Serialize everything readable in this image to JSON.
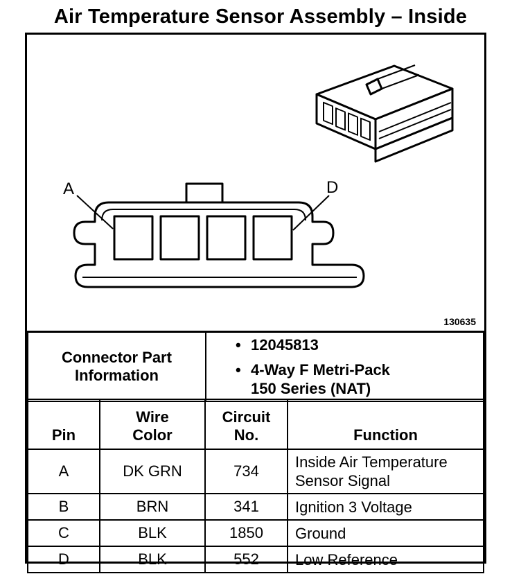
{
  "title": "Air Temperature Sensor Assembly – Inside",
  "figure_number": "130635",
  "pin_labels": {
    "left": "A",
    "right": "D"
  },
  "connector_info": {
    "label_line1": "Connector Part",
    "label_line2": "Information",
    "items": [
      "12045813",
      "4-Way F Metri-Pack",
      "150 Series (NAT)"
    ],
    "bullet": "•"
  },
  "headers": {
    "pin": "Pin",
    "wire_color_1": "Wire",
    "wire_color_2": "Color",
    "circuit_1": "Circuit",
    "circuit_2": "No.",
    "function": "Function"
  },
  "rows": [
    {
      "pin": "A",
      "wire_color": "DK GRN",
      "circuit": "734",
      "function_1": "Inside Air Temperature",
      "function_2": "Sensor Signal"
    },
    {
      "pin": "B",
      "wire_color": "BRN",
      "circuit": "341",
      "function_1": "Ignition 3 Voltage"
    },
    {
      "pin": "C",
      "wire_color": "BLK",
      "circuit": "1850",
      "function_1": "Ground"
    },
    {
      "pin": "D",
      "wire_color": "BLK",
      "circuit": "552",
      "function_1": "Low Reference"
    }
  ]
}
